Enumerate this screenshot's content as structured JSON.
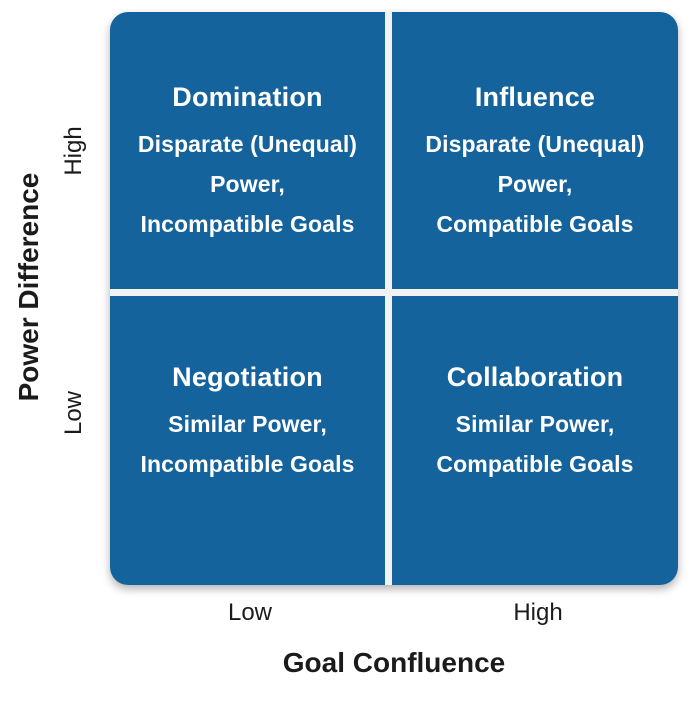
{
  "matrix": {
    "quadrants": [
      {
        "name": "Domination",
        "description_lines": [
          "Disparate (Unequal)",
          "Power,",
          "Incompatible Goals"
        ]
      },
      {
        "name": "Influence",
        "description_lines": [
          "Disparate (Unequal)",
          "Power,",
          "Compatible Goals"
        ]
      },
      {
        "name": "Negotiation",
        "description_lines": [
          "Similar Power,",
          "Incompatible Goals"
        ]
      },
      {
        "name": "Collaboration",
        "description_lines": [
          "Similar Power,",
          "Compatible Goals"
        ]
      }
    ]
  },
  "y_axis": {
    "title": "Power Difference",
    "high_label": "High",
    "low_label": "Low"
  },
  "x_axis": {
    "title": "Goal Confluence",
    "low_label": "Low",
    "high_label": "High"
  },
  "colors": {
    "background": "#FFFFFF",
    "quadrant_blue": "#15639C",
    "divider": "#F1F2F1",
    "quadrant_text": "#FFFFFF",
    "axis_text": "#1B1B1B"
  }
}
